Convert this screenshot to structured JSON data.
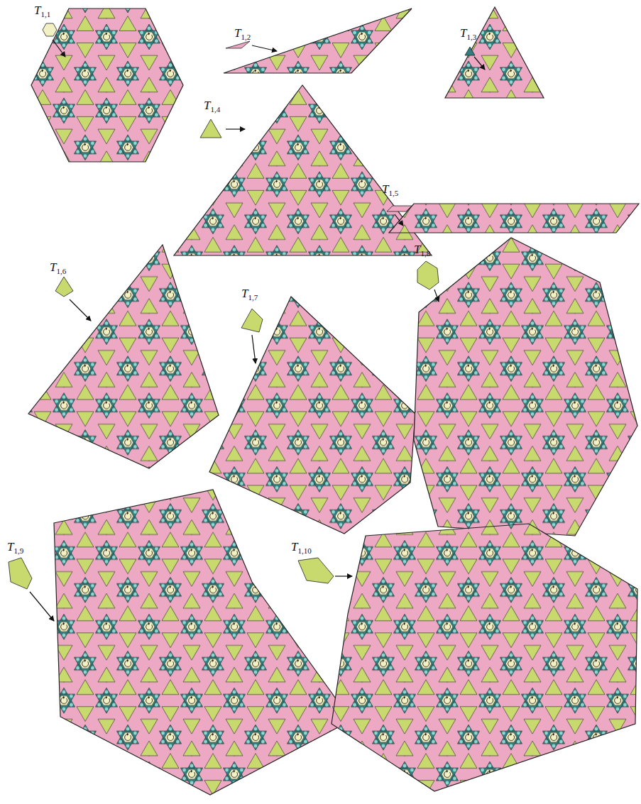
{
  "diagram": {
    "labels": [
      "T1,1",
      "T1,2",
      "T1,3",
      "T1,4",
      "T1,5",
      "T1,6",
      "T1,7",
      "T1,8",
      "T1,9",
      "T1,10"
    ]
  }
}
